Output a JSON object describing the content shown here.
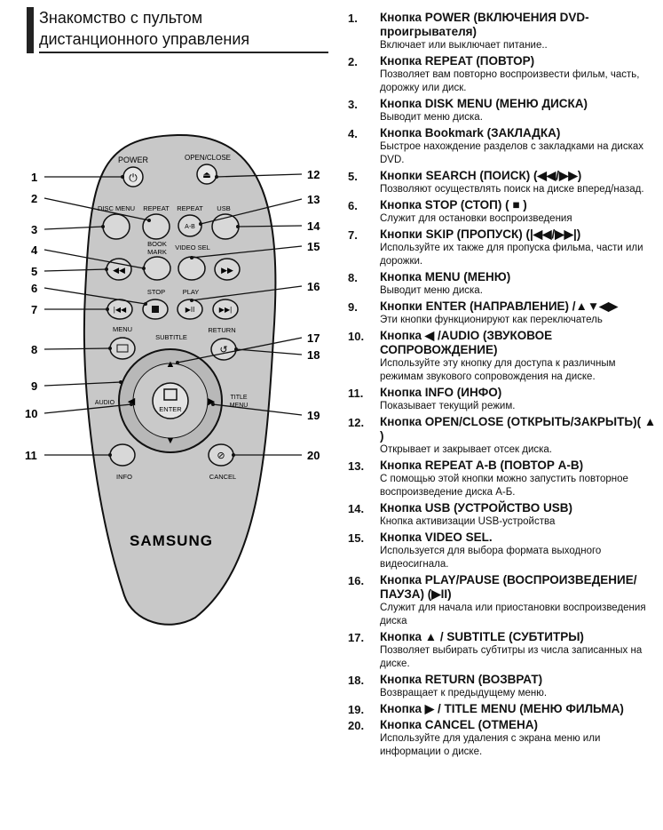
{
  "title": {
    "line1": "Знакомство с пультом",
    "line2": "дистанционного управления"
  },
  "remote": {
    "labels": {
      "power": "POWER",
      "open_close": "OPEN/CLOSE",
      "disc_menu": "DISC MENU",
      "repeat": "REPEAT",
      "repeat_ab_top": "REPEAT",
      "repeat_ab_btn": "A-B",
      "usb": "USB",
      "book": "BOOK",
      "mark": "MARK",
      "video_sel": "VIDEO SEL",
      "stop": "STOP",
      "play": "PLAY",
      "menu": "MENU",
      "subtitle": "SUBTITLE",
      "return": "RETURN",
      "audio": "AUDIO",
      "enter": "ENTER",
      "title": "TITLE",
      "menu2": "MENU",
      "info": "INFO",
      "cancel": "CANCEL",
      "brand": "SAMSUNG"
    },
    "callouts_left": [
      "1",
      "2",
      "3",
      "4",
      "5",
      "6",
      "7",
      "8",
      "9",
      "10",
      "11"
    ],
    "callouts_right": [
      "12",
      "13",
      "14",
      "15",
      "16",
      "17",
      "18",
      "19",
      "20"
    ]
  },
  "items": [
    {
      "num": "1.",
      "head": "Кнопка POWER (ВКЛЮЧЕНИЯ DVD-проигрывателя)",
      "desc": "Включает или выключает питание.."
    },
    {
      "num": "2.",
      "head": "Кнопка REPEAT (ПОВТОР)",
      "desc": "Позволяет вам повторно воспроизвести фильм, часть, дорожку или диск."
    },
    {
      "num": "3.",
      "head": "Кнопка DISK MENU (МЕНЮ ДИСКА)",
      "desc": "Выводит меню диска."
    },
    {
      "num": "4.",
      "head": "Кнопка Bookmark (ЗАКЛАДКА)",
      "desc": "Быстрое нахождение разделов с закладками на дисках DVD."
    },
    {
      "num": "5.",
      "head": "Кнопки SEARCH (ПОИСК) (◀◀/▶▶)",
      "desc": "Позволяют осуществлять поиск на диске вперед/назад."
    },
    {
      "num": "6.",
      "head": "Кнопка STOP (СТОП) ( ■ )",
      "desc": "Служит для остановки воспроизведения"
    },
    {
      "num": "7.",
      "head": "Кнопки SKIP (ПРОПУСК) (|◀◀/▶▶|)",
      "desc": "Используйте их также для пропуска фильма, части или дорожки."
    },
    {
      "num": "8.",
      "head": "Кнопка MENU (МЕНЮ)",
      "desc": "Выводит меню диска."
    },
    {
      "num": "9.",
      "head": "Кнопки ENTER (НАПРАВЛЕНИЕ) /▲▼◀▶",
      "desc": "Эти кнопки функционируют как переключатель"
    },
    {
      "num": "10.",
      "head": "Кнопка ◀ /AUDIO (ЗВУКОВОЕ СОПРОВОЖДЕНИЕ)",
      "desc": "Используйте эту кнопку для доступа к различным режимам звукового сопровождения на диске."
    },
    {
      "num": "11.",
      "head": "Кнопка INFO (ИНФО)",
      "desc": "Показывает текущий режим."
    },
    {
      "num": "12.",
      "head": "Кнопка OPEN/CLOSE (ОТКРЫТЬ/ЗАКРЫТЬ)( ▲ )",
      "desc": "Открывает и закрывает отсек диска."
    },
    {
      "num": "13.",
      "head": "Кнопка REPEAT A-B (ПОВТОР A-B)",
      "desc": "С помощью этой кнопки можно запустить повторное воспроизведение диска A-Б."
    },
    {
      "num": "14.",
      "head": "Кнопка  USB (УСТРОЙСТВО USB)",
      "desc": "Кнопка активизации USB-устройства"
    },
    {
      "num": "15.",
      "head": "Кнопка VIDEO SEL.",
      "desc": "Используется для выбора формата выходного видеосигнала."
    },
    {
      "num": "16.",
      "head": "Кнопка PLAY/PAUSE (ВОСПРОИЗВЕДЕНИЕ/ПАУЗА) (▶II)",
      "desc": "Служит для начала или приостановки воспроизведения диска"
    },
    {
      "num": "17.",
      "head": "Кнопка ▲ / SUBTITLE (СУБТИТРЫ)",
      "desc": "Позволяет выбирать субтитры из числа записанных на диске."
    },
    {
      "num": "18.",
      "head": "Кнопка RETURN (ВОЗВРАТ)",
      "desc": "Возвращает к предыдущему меню."
    },
    {
      "num": "19.",
      "head": "Кнопка ▶ / TITLE MENU (МЕНЮ ФИЛЬМА)",
      "desc": ""
    },
    {
      "num": "20.",
      "head": "Кнопка CANCEL (ОТМЕНА)",
      "desc": "Используйте для удаления с экрана меню или информации о диске."
    }
  ]
}
